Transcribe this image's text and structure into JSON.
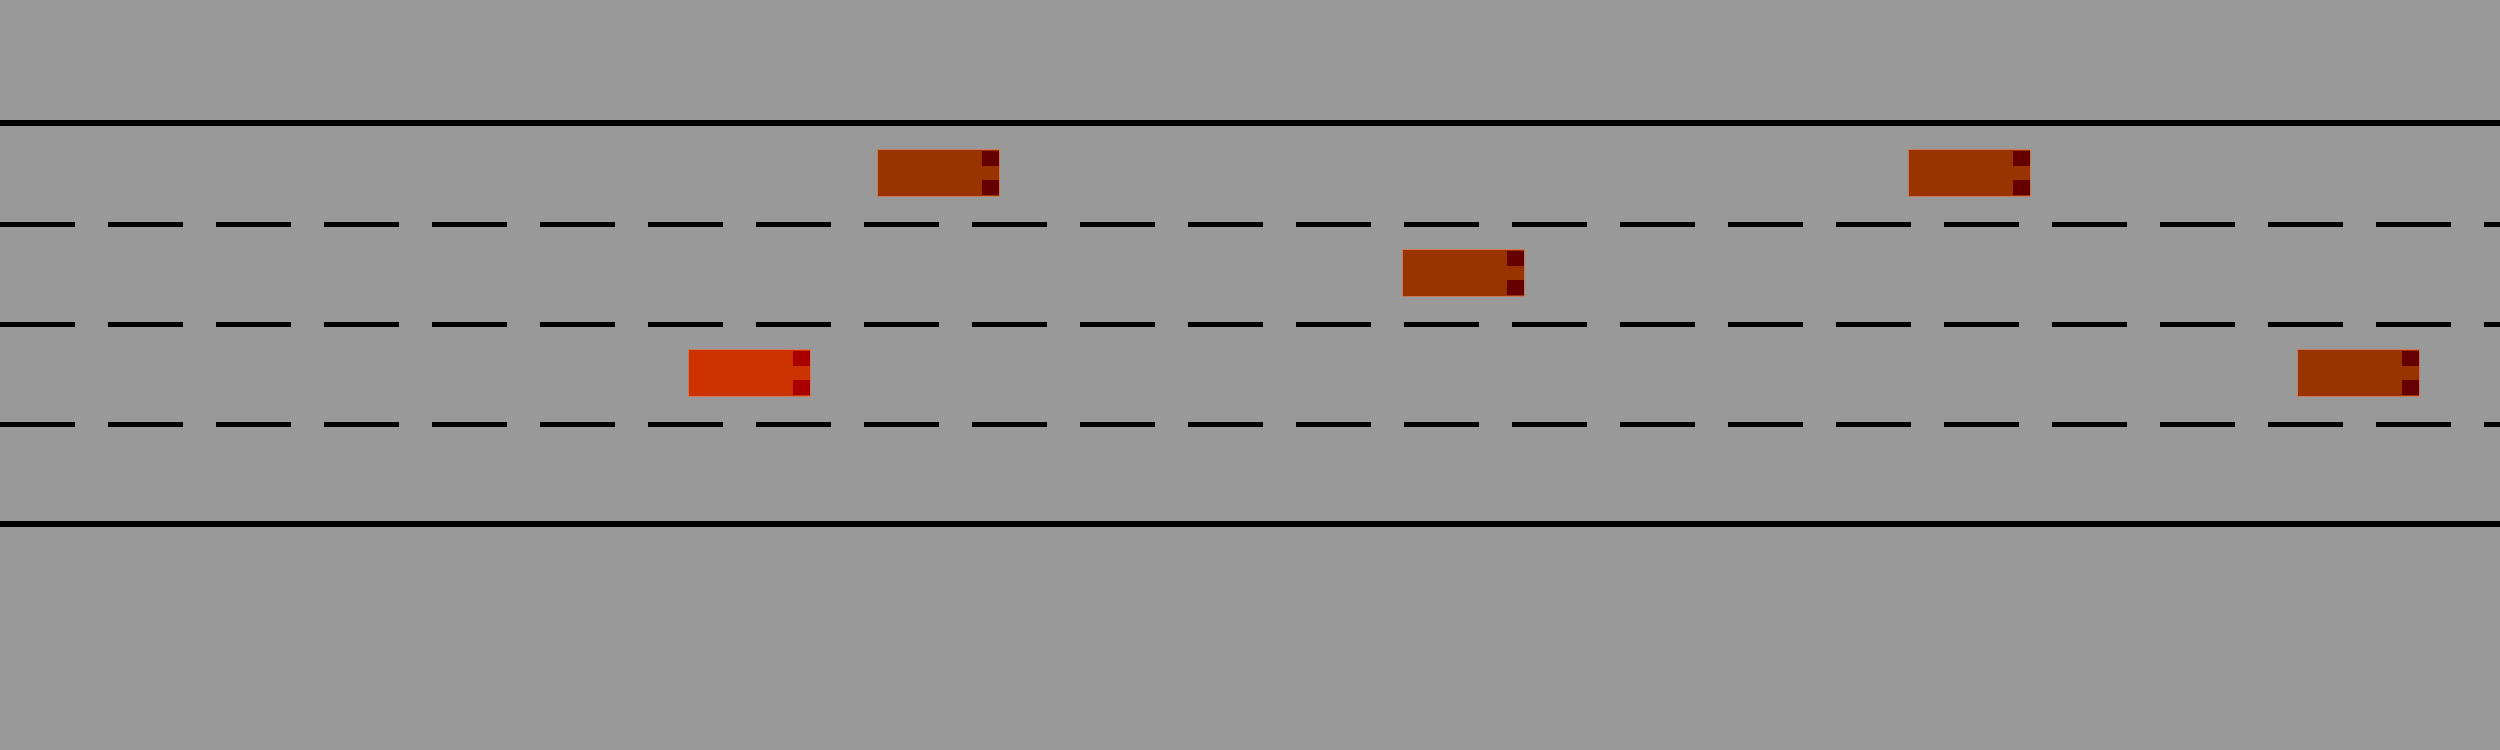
{
  "game": {
    "scene": "highway",
    "lanes": 4,
    "colors": {
      "background": "#999999",
      "road_lines": "#000000",
      "ego_vehicle": "#cc3300",
      "ego_vehicle_lights": "#aa0000",
      "other_vehicle": "#993300",
      "other_vehicle_lights": "#660000"
    },
    "vehicles": [
      {
        "role": "ego",
        "lane": 3
      },
      {
        "role": "other",
        "lane": 1
      },
      {
        "role": "other",
        "lane": 1
      },
      {
        "role": "other",
        "lane": 2
      },
      {
        "role": "other",
        "lane": 3
      }
    ]
  }
}
